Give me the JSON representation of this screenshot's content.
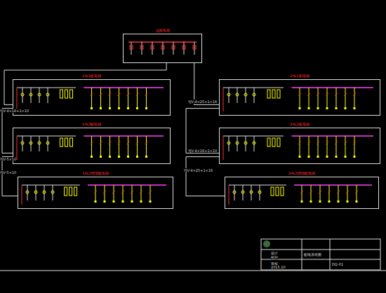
{
  "diagram": {
    "nodes": [
      {
        "text": [
          "总配电箱"
        ]
      },
      {
        "text": [
          "1AL1配电箱"
        ]
      },
      {
        "text": [
          "1AL2配电箱"
        ]
      },
      {
        "text": [
          "1AL3照明配电箱"
        ]
      },
      {
        "text": [
          "2AL1配电箱"
        ]
      },
      {
        "text": [
          "2AL2配电箱"
        ]
      },
      {
        "text": [
          "2AL3照明配电箱"
        ]
      }
    ],
    "edges": [
      {
        "from": 0,
        "to": 1,
        "arrow": "none"
      },
      {
        "from": 0,
        "to": 4,
        "arrow": "none"
      },
      {
        "from": 1,
        "to": 2,
        "arrow": "none"
      },
      {
        "from": 2,
        "to": 3,
        "arrow": "none"
      },
      {
        "from": 4,
        "to": 5,
        "arrow": "none"
      },
      {
        "from": 5,
        "to": 6,
        "arrow": "none"
      }
    ],
    "labels": [
      "YJV-4×25+1×16",
      "YJV-4×16+1×10",
      "YJV-4×25+1×16",
      "YJV-4×16+1×10",
      "YJV-5×10",
      "YJV-5×10",
      "设计",
      "校对",
      "审核",
      "2015.10",
      "配电系统图",
      "DQ-01"
    ]
  }
}
